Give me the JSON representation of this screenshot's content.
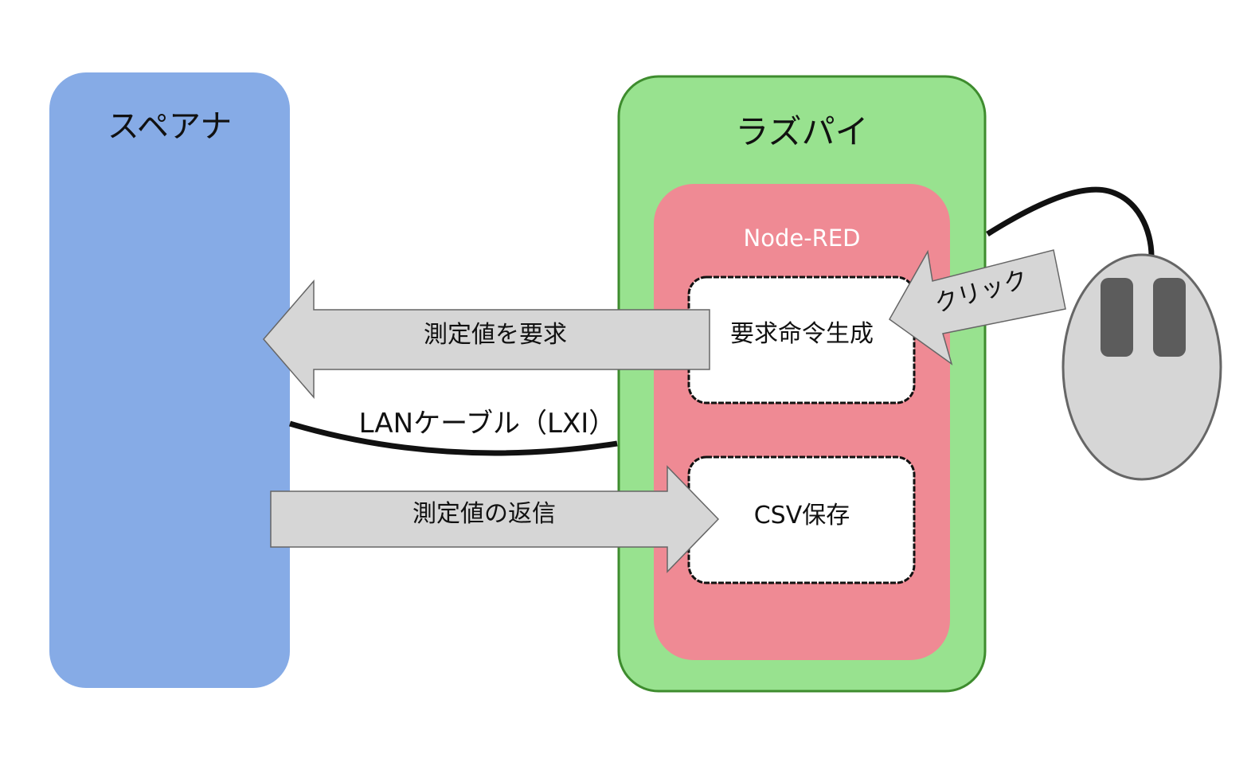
{
  "spectrum_analyzer": {
    "label": "スペアナ",
    "color": "#86abe6"
  },
  "raspberry_pi": {
    "label": "ラズパイ",
    "fill": "#98e28f",
    "stroke": "#3e8c2e"
  },
  "node_red": {
    "label": "Node-RED",
    "fill": "#ef8a94"
  },
  "boxes": {
    "request_generation": "要求命令生成",
    "csv_save": "CSV保存"
  },
  "arrows": {
    "request": "測定値を要求",
    "response": "測定値の返信",
    "click": "クリック",
    "fill": "#d6d6d6"
  },
  "cable": {
    "label": "LANケーブル（LXI）"
  },
  "mouse": {
    "icon": "mouse-icon",
    "body_fill": "#d6d6d6",
    "button_fill": "#5c5c5c"
  }
}
